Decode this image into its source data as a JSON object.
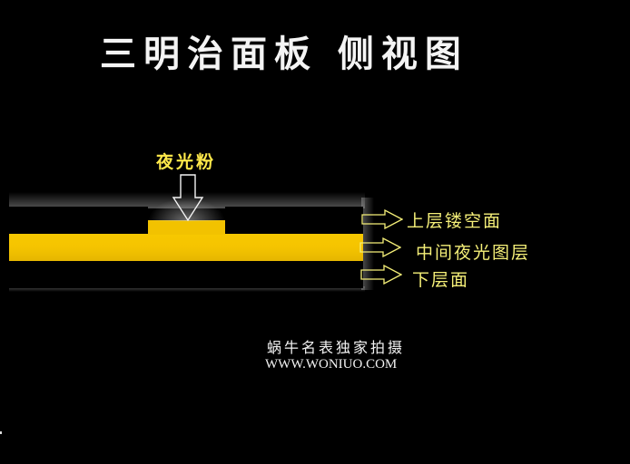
{
  "title": "三明治面板 侧视图",
  "diagram": {
    "powder_label": "夜光粉",
    "layers": [
      {
        "name": "top",
        "label": "上层镂空面",
        "color": "#000000"
      },
      {
        "name": "middle",
        "label": "中间夜光图层",
        "color": "#f5c400"
      },
      {
        "name": "bottom",
        "label": "下层面",
        "color": "#000000"
      }
    ],
    "accent_color": "#f5c400",
    "label_color": "#f5ef78",
    "arrow_icon": "outline-arrow"
  },
  "watermark": {
    "credit": "蜗牛名表独家拍摄",
    "url": "WWW.WONIUO.COM"
  }
}
